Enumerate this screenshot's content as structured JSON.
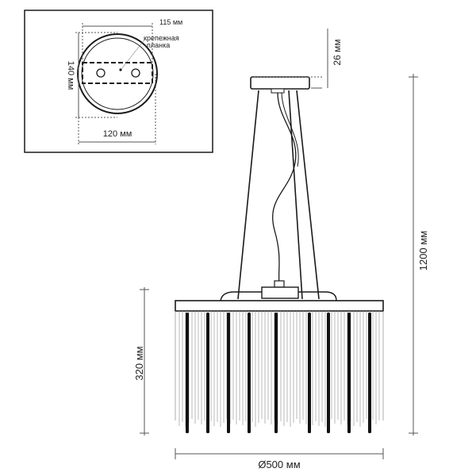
{
  "inset": {
    "plate_width_label": "115 мм",
    "plate_note_line1": "крепежная",
    "plate_note_line2": "планка",
    "height_label": "140 мм",
    "width_label": "120 мм"
  },
  "main": {
    "canopy_height_label": "26 мм",
    "total_height_label": "1200 мм",
    "shade_height_label": "320 мм",
    "diameter_label": "Ø500 мм"
  },
  "colors": {
    "line": "#1a1a1a",
    "dimension": "#555555",
    "rod_dark": "#111111",
    "rod_light": "#9a9a9a"
  }
}
